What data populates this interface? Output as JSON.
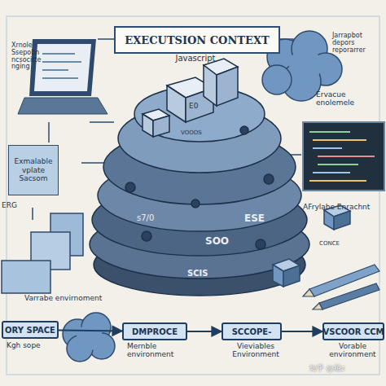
{
  "diagram": {
    "title": "EXECUTSION CONTEXT",
    "nodes": [
      {
        "text": [
          "Exmalable vplate Sacsom"
        ]
      },
      {
        "text": [
          "ORY SPACE"
        ]
      },
      {
        "text": [
          "DMPROCE"
        ]
      },
      {
        "text": [
          "SCCOPE-"
        ]
      },
      {
        "text": [
          "VSCOOR CCM"
        ]
      }
    ],
    "edges": [
      {
        "from": 1,
        "to": 2,
        "arrow": "to"
      },
      {
        "from": 2,
        "to": 3,
        "arrow": "to"
      },
      {
        "from": 3,
        "to": 4,
        "arrow": "to"
      }
    ],
    "labels": [
      "Javascript",
      "Xrnole Ssepobn ncsocitte nging",
      "ERG",
      "Jarrapbot depors reporarrer",
      "Ervacue enolemele",
      "Varrabe envirnoment",
      "Kgh sope",
      "Mernble environment",
      "Vieviables Environment",
      "Vorable environment",
      "AFrylabe Enrachnt",
      "CONCE",
      "SOO",
      "ESE",
      "SCIS",
      "s7/0",
      "VOOOS",
      "E0",
      "知乎 @殖z"
    ]
  }
}
